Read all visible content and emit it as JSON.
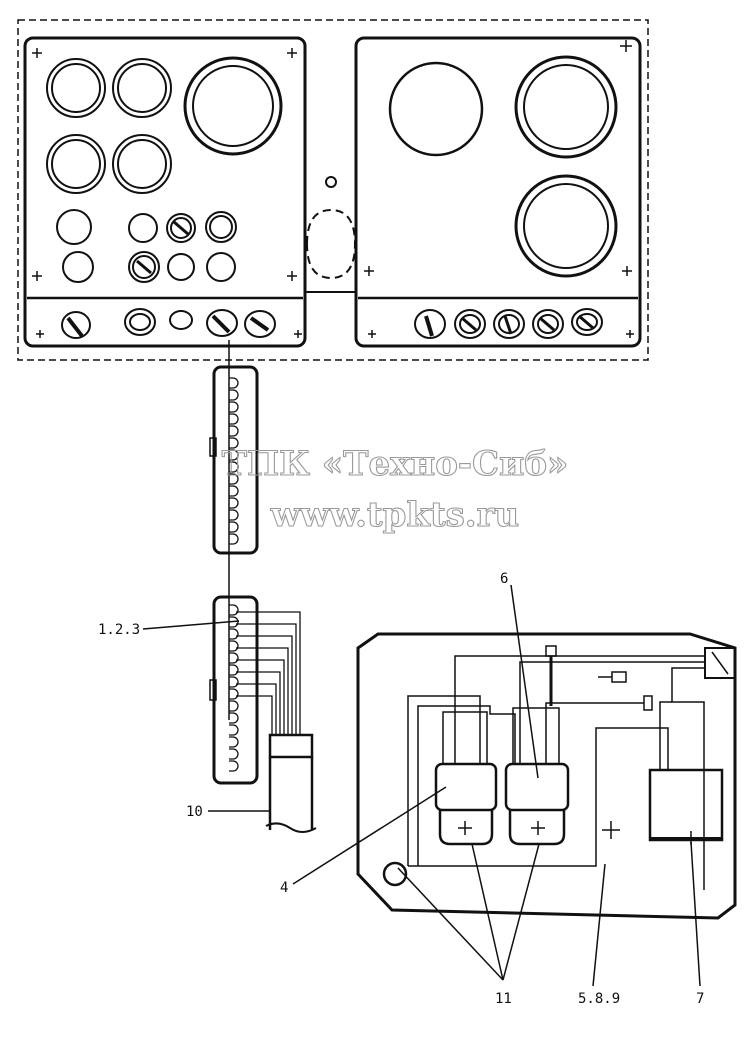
{
  "watermark": {
    "line1": "ТПК «Техно-Сиб»",
    "line2": "www.tpkts.ru"
  },
  "callouts": {
    "c_123": "1.2.3",
    "c_10": "10",
    "c_4": "4",
    "c_6": "6",
    "c_11": "11",
    "c_589": "5.8.9",
    "c_7": "7"
  },
  "colors": {
    "ink": "#111111",
    "paper": "#ffffff",
    "watermark": "#9a9a9a"
  }
}
